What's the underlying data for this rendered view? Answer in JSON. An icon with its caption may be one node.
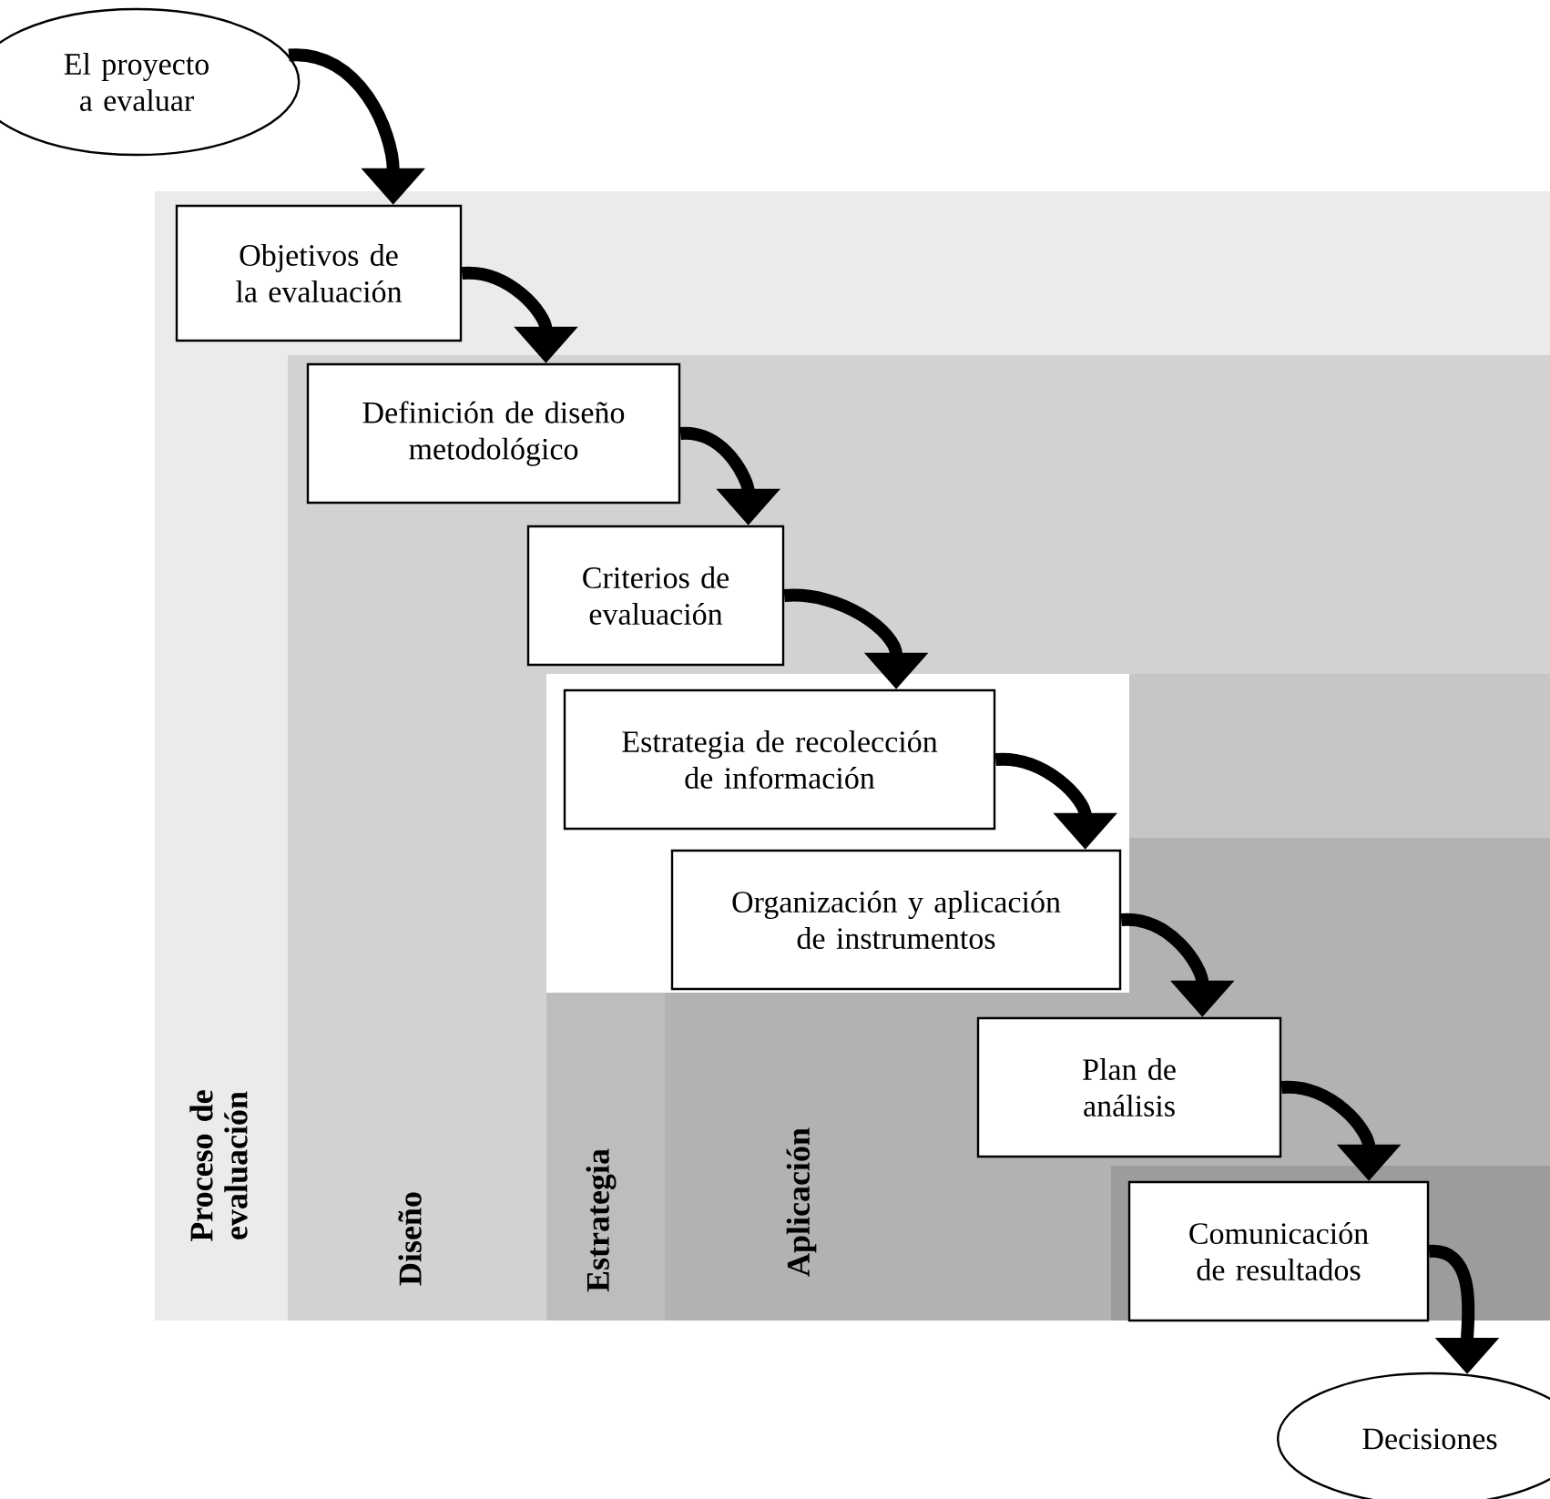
{
  "diagram": {
    "nodes": [
      {
        "text": [
          "El proyecto a evaluar"
        ]
      },
      {
        "text": [
          "Objetivos de la evaluación"
        ]
      },
      {
        "text": [
          "Definición de diseño metodológico"
        ]
      },
      {
        "text": [
          "Criterios de evaluación"
        ]
      },
      {
        "text": [
          "Estrategia de recolección de información"
        ]
      },
      {
        "text": [
          "Organización y aplicación de instrumentos"
        ]
      },
      {
        "text": [
          "Plan de análisis"
        ]
      },
      {
        "text": [
          "Comunicación de resultados"
        ]
      },
      {
        "text": [
          "Decisiones"
        ]
      }
    ],
    "edges": [
      {
        "from": 0,
        "to": 1,
        "arrow": "to"
      },
      {
        "from": 1,
        "to": 2,
        "arrow": "to"
      },
      {
        "from": 2,
        "to": 3,
        "arrow": "to"
      },
      {
        "from": 3,
        "to": 4,
        "arrow": "to"
      },
      {
        "from": 4,
        "to": 5,
        "arrow": "to"
      },
      {
        "from": 5,
        "to": 6,
        "arrow": "to"
      },
      {
        "from": 6,
        "to": 7,
        "arrow": "to"
      },
      {
        "from": 7,
        "to": 8,
        "arrow": "to"
      }
    ],
    "labels": [
      "Proceso de evaluación",
      "Diseño",
      "Estrategia",
      "Aplicación"
    ]
  }
}
